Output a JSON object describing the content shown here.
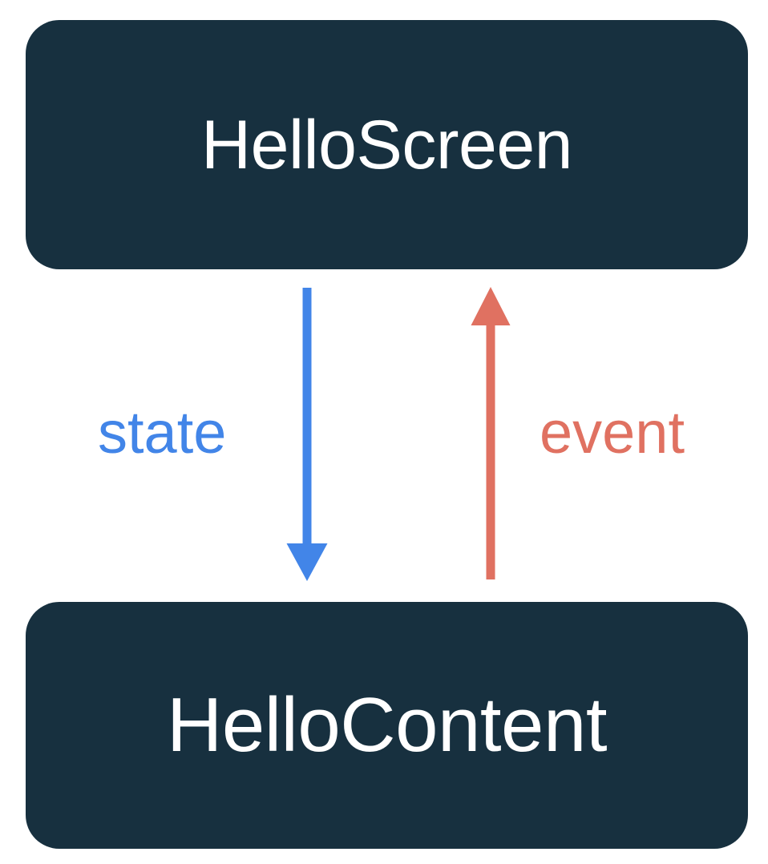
{
  "diagram": {
    "type": "flow-diagram",
    "title": "HelloScreen / HelloContent unidirectional data flow",
    "background_color": "#FFFFFF",
    "nodes": [
      {
        "id": "hello-screen",
        "label": "HelloScreen",
        "fill_color": "#17303F",
        "text_color": "#FFFFFF",
        "shape": "rounded-rectangle"
      },
      {
        "id": "hello-content",
        "label": "HelloContent",
        "fill_color": "#17303F",
        "text_color": "#FFFFFF",
        "shape": "rounded-rectangle"
      }
    ],
    "edges": [
      {
        "id": "state-edge",
        "label": "state",
        "from": "hello-screen",
        "to": "hello-content",
        "direction": "down",
        "color": "#4285E8"
      },
      {
        "id": "event-edge",
        "label": "event",
        "from": "hello-content",
        "to": "hello-screen",
        "direction": "up",
        "color": "#E07161"
      }
    ]
  }
}
